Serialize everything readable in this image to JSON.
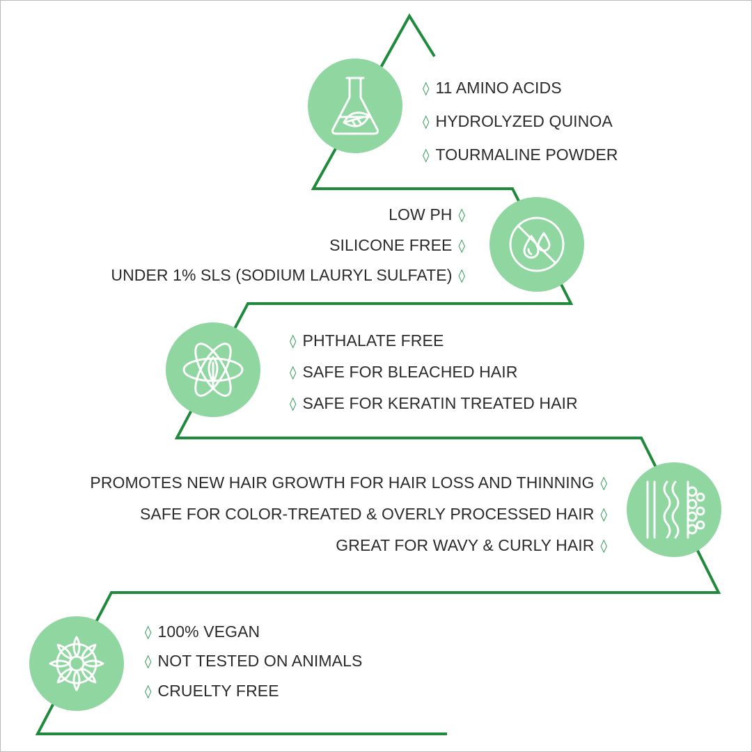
{
  "colors": {
    "line": "#1f8a3c",
    "circle": "#8fd6a0",
    "icon_stroke": "#ffffff",
    "text": "#2a2a2a",
    "bullet": "#2f9a55"
  },
  "bullet_glyph": "◊",
  "sections": [
    {
      "icon": "flask-leaf-icon",
      "items": [
        "11 AMINO ACIDS",
        "HYDROLYZED QUINOA",
        "TOURMALINE POWDER"
      ]
    },
    {
      "icon": "no-drops-icon",
      "items": [
        "LOW PH",
        "SILICONE FREE",
        "UNDER 1% SLS (SODIUM LAURYL SULFATE)"
      ]
    },
    {
      "icon": "atom-leaf-icon",
      "items": [
        "PHTHALATE FREE",
        "SAFE FOR BLEACHED HAIR",
        "SAFE FOR KERATIN TREATED HAIR"
      ]
    },
    {
      "icon": "hair-types-icon",
      "items": [
        "PROMOTES NEW HAIR GROWTH FOR HAIR LOSS AND THINNING",
        "SAFE FOR COLOR-TREATED & OVERLY PROCESSED HAIR",
        "GREAT FOR WAVY & CURLY HAIR"
      ]
    },
    {
      "icon": "flower-icon",
      "items": [
        "100% VEGAN",
        "NOT TESTED ON ANIMALS",
        "CRUELTY FREE"
      ]
    }
  ]
}
